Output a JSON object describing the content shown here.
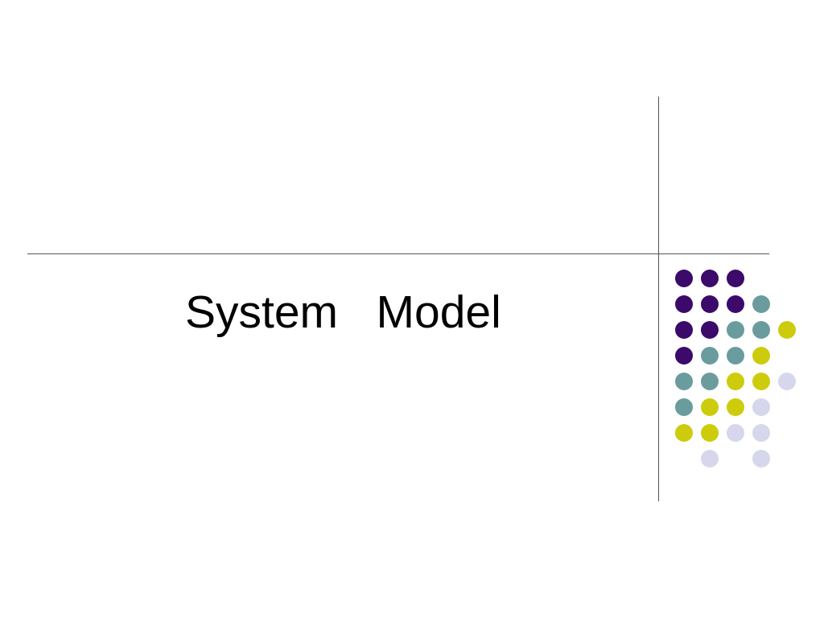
{
  "slide": {
    "title": "System   Model"
  },
  "decor": {
    "colors": {
      "purple": "#3B0A6B",
      "teal": "#6A9C9E",
      "lime": "#CCCC0C",
      "lavender": "#D6D6EC"
    },
    "dot_rows": [
      [
        "purple",
        "purple",
        "purple",
        null,
        null
      ],
      [
        "purple",
        "purple",
        "purple",
        "teal",
        null
      ],
      [
        "purple",
        "purple",
        "teal",
        "teal",
        "lime"
      ],
      [
        "purple",
        "teal",
        "teal",
        "lime",
        null
      ],
      [
        "teal",
        "teal",
        "lime",
        "lime",
        "lavender"
      ],
      [
        "teal",
        "lime",
        "lime",
        "lavender",
        null
      ],
      [
        "lime",
        "lime",
        "lavender",
        "lavender",
        null
      ],
      [
        null,
        "lavender",
        null,
        "lavender",
        null
      ]
    ]
  }
}
